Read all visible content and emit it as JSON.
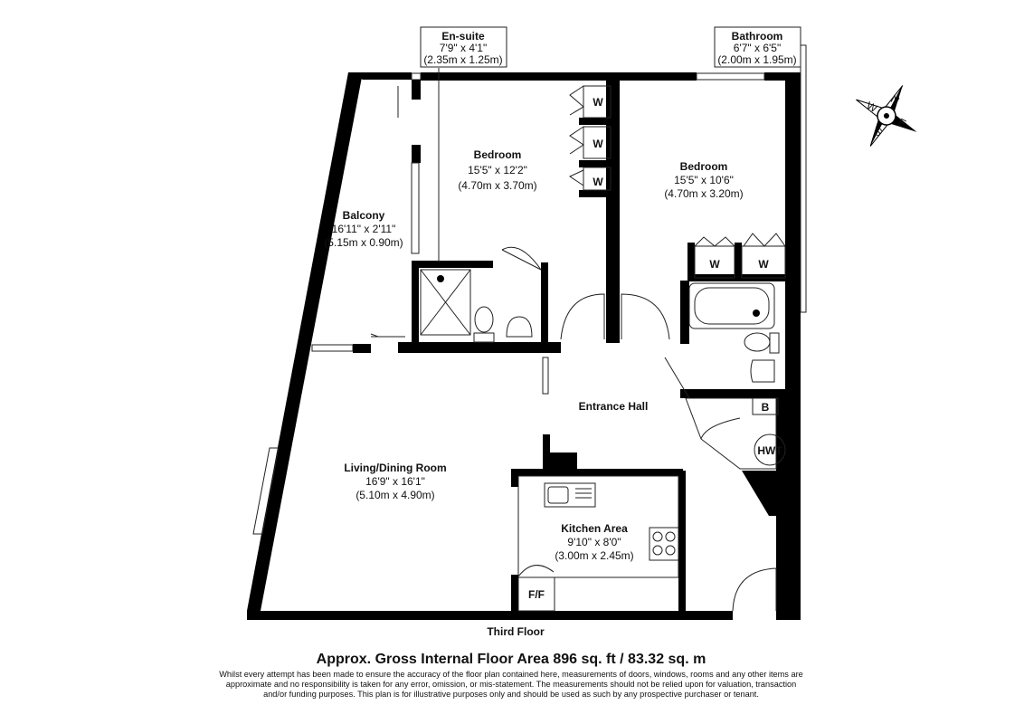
{
  "rooms": [
    {
      "id": "ensuite",
      "name": "En-suite",
      "dim_imperial": "7'9\" x 4'1\"",
      "dim_metric": "(2.35m x 1.25m)"
    },
    {
      "id": "bathroom",
      "name": "Bathroom",
      "dim_imperial": "6'7\" x 6'5\"",
      "dim_metric": "(2.00m x 1.95m)"
    },
    {
      "id": "bedroom1",
      "name": "Bedroom",
      "dim_imperial": "15'5\" x 12'2\"",
      "dim_metric": "(4.70m x 3.70m)"
    },
    {
      "id": "bedroom2",
      "name": "Bedroom",
      "dim_imperial": "15'5\" x 10'6\"",
      "dim_metric": "(4.70m x 3.20m)"
    },
    {
      "id": "balcony",
      "name": "Balcony",
      "dim_imperial": "16'11\" x 2'11\"",
      "dim_metric": "(5.15m x 0.90m)"
    },
    {
      "id": "hall",
      "name": "Entrance Hall"
    },
    {
      "id": "living",
      "name": "Living/Dining Room",
      "dim_imperial": "16'9\" x 16'1\"",
      "dim_metric": "(5.10m x 4.90m)"
    },
    {
      "id": "kitchen",
      "name": "Kitchen Area",
      "dim_imperial": "9'10\" x 8'0\"",
      "dim_metric": "(3.00m x 2.45m)"
    }
  ],
  "fixtures": {
    "wardrobe": "W",
    "boiler": "B",
    "hot_water_tank": "HWT",
    "fridge_freezer": "F/F"
  },
  "compass": {
    "n": "N",
    "e": "E",
    "s": "S",
    "w": "W"
  },
  "floor_name": "Third Floor",
  "area_text": "Approx. Gross Internal Floor Area 896 sq. ft / 83.32 sq. m",
  "disclaimer": "Whilst every attempt has been made to ensure the accuracy of the floor plan contained here, measurements of doors, windows, rooms and any other items are approximate and no responsibility is taken for any error, omission, or mis-statement. The measurements should not be relied upon for valuation, transaction and/or funding purposes. This plan is for illustrative purposes only and should be used as such by any prospective purchaser or tenant."
}
